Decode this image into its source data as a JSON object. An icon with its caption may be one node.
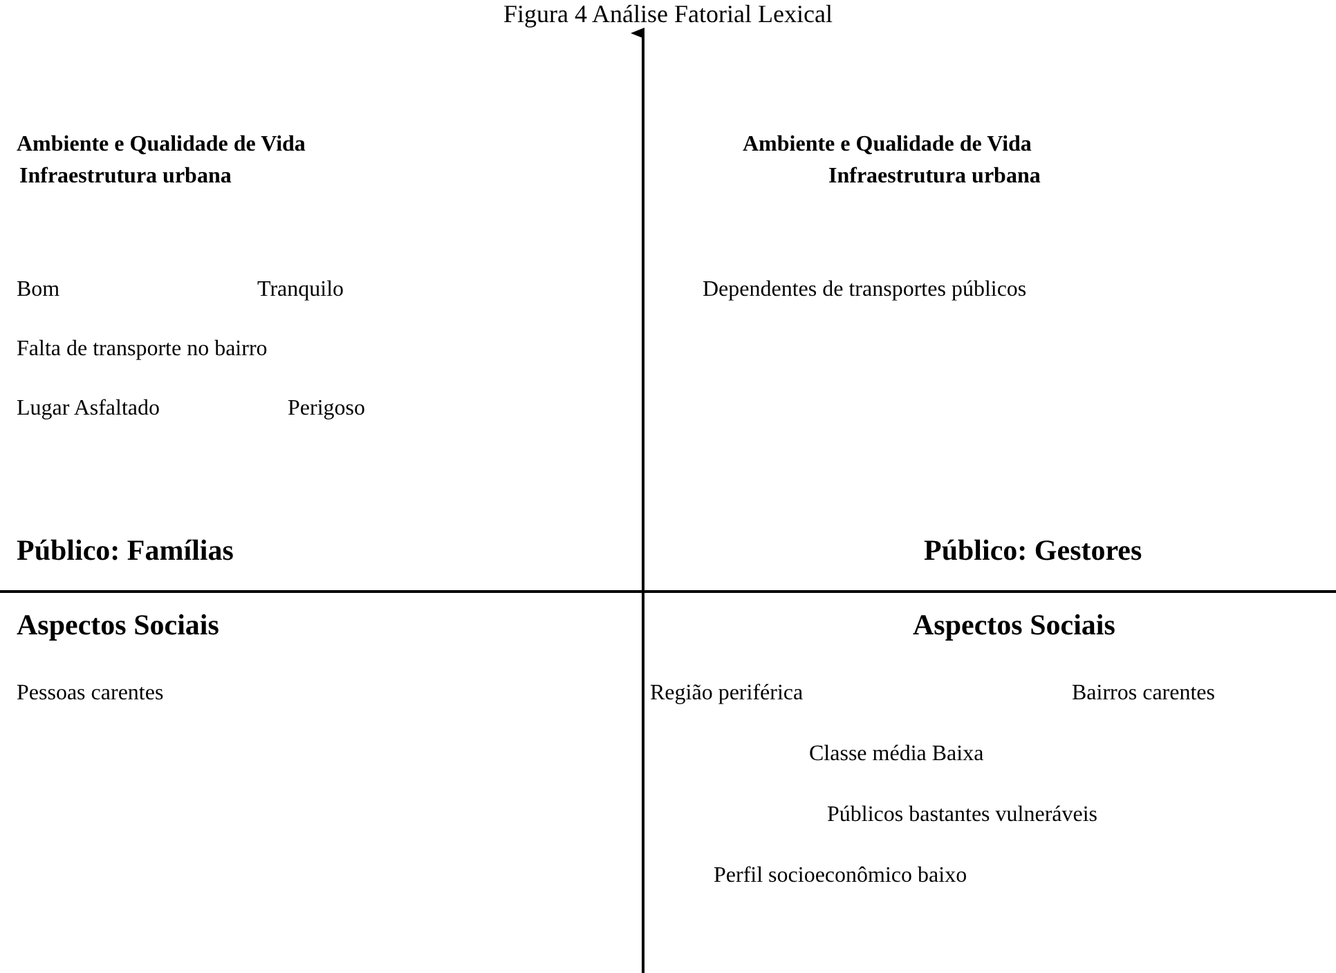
{
  "diagram": {
    "title": "Figura 4 Análise Fatorial Lexical",
    "labels": [
      "Ambiente e Qualidade de Vida",
      "Infraestrutura urbana",
      "Ambiente e Qualidade de Vida",
      "Infraestrutura urbana",
      "Bom",
      "Tranquilo",
      "Dependentes de transportes públicos",
      "Falta de transporte no bairro",
      "Lugar Asfaltado",
      "Perigoso",
      "Público: Famílias",
      "Público: Gestores",
      "Aspectos Sociais",
      "Aspectos Sociais",
      "Pessoas carentes",
      "Região periférica",
      "Bairros carentes",
      "Classe média Baixa",
      "Públicos bastantes vulneráveis",
      "Perfil socioeconômico baixo"
    ]
  }
}
